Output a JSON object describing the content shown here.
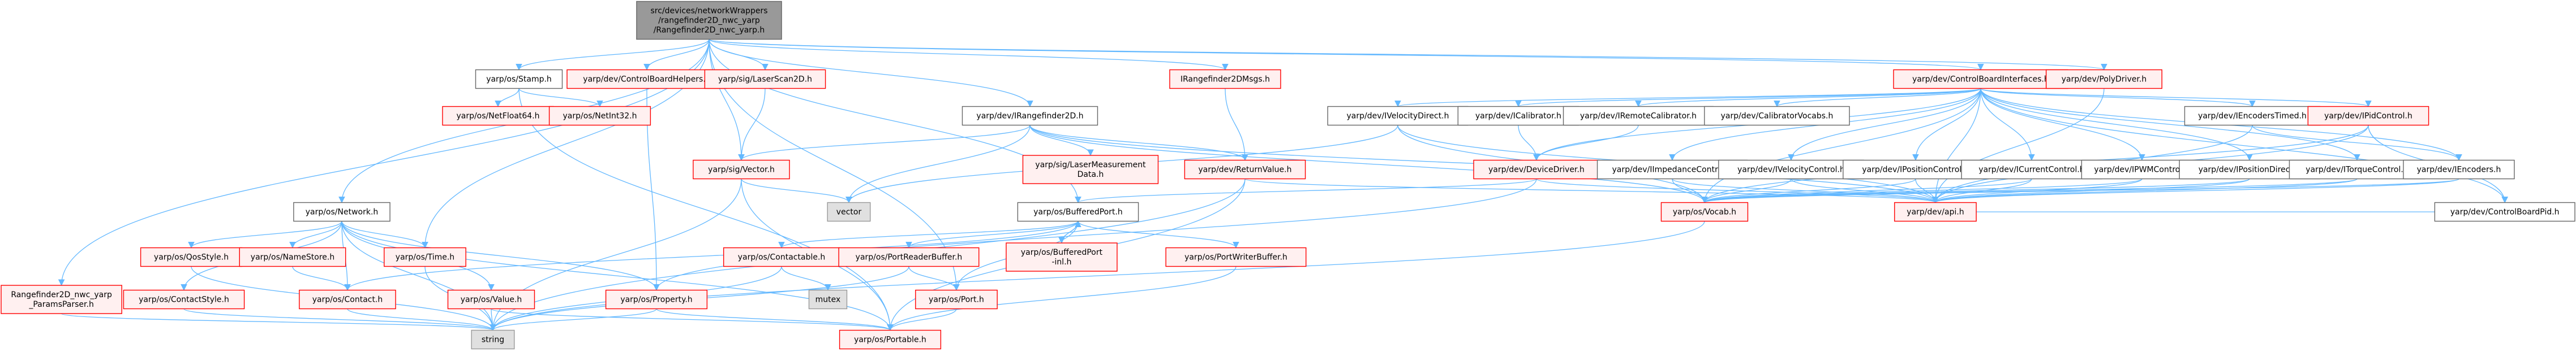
{
  "graph": {
    "title": "Include dependency graph for Rangefinder2D_nwc_yarp.h",
    "styles": {
      "root": {
        "fill": "#999999",
        "stroke": "#666666"
      },
      "normal": {
        "fill": "#ffffff",
        "stroke": "#666666"
      },
      "red": {
        "fill": "#fff0f0",
        "stroke": "#ff0000"
      },
      "external": {
        "fill": "#e0e0e0",
        "stroke": "#999999"
      },
      "edge": "#63b8ff"
    },
    "nodes": [
      {
        "id": "root",
        "lines": [
          "src/devices/networkWrappers",
          "/rangefinder2D_nwc_yarp",
          "/Rangefinder2D_nwc_yarp.h"
        ],
        "style": "root"
      },
      {
        "id": "stamp",
        "lines": [
          "yarp/os/Stamp.h"
        ],
        "style": "normal"
      },
      {
        "id": "cbhelpers",
        "lines": [
          "yarp/dev/ControlBoardHelpers.h"
        ],
        "style": "red"
      },
      {
        "id": "laserscan",
        "lines": [
          "yarp/sig/LaserScan2D.h"
        ],
        "style": "red"
      },
      {
        "id": "irfmsgs",
        "lines": [
          "IRangefinder2DMsgs.h"
        ],
        "style": "red"
      },
      {
        "id": "cbinterfaces",
        "lines": [
          "yarp/dev/ControlBoardInterfaces.h"
        ],
        "style": "red"
      },
      {
        "id": "polydriver",
        "lines": [
          "yarp/dev/PolyDriver.h"
        ],
        "style": "red"
      },
      {
        "id": "netfloat64",
        "lines": [
          "yarp/os/NetFloat64.h"
        ],
        "style": "red"
      },
      {
        "id": "netint32",
        "lines": [
          "yarp/os/NetInt32.h"
        ],
        "style": "red"
      },
      {
        "id": "irf2d",
        "lines": [
          "yarp/dev/IRangefinder2D.h"
        ],
        "style": "normal"
      },
      {
        "id": "ivelocitydirect",
        "lines": [
          "yarp/dev/IVelocityDirect.h"
        ],
        "style": "normal"
      },
      {
        "id": "icalibrator",
        "lines": [
          "yarp/dev/ICalibrator.h"
        ],
        "style": "normal"
      },
      {
        "id": "iremotecal",
        "lines": [
          "yarp/dev/IRemoteCalibrator.h"
        ],
        "style": "normal"
      },
      {
        "id": "calvocabs",
        "lines": [
          "yarp/dev/CalibratorVocabs.h"
        ],
        "style": "normal"
      },
      {
        "id": "iencoderstimed",
        "lines": [
          "yarp/dev/IEncodersTimed.h"
        ],
        "style": "normal"
      },
      {
        "id": "ipidcontrol",
        "lines": [
          "yarp/dev/IPidControl.h"
        ],
        "style": "red"
      },
      {
        "id": "sigvector",
        "lines": [
          "yarp/sig/Vector.h"
        ],
        "style": "red"
      },
      {
        "id": "lasermeas",
        "lines": [
          "yarp/sig/LaserMeasurement",
          "Data.h"
        ],
        "style": "red"
      },
      {
        "id": "returnvalue",
        "lines": [
          "yarp/dev/ReturnValue.h"
        ],
        "style": "red"
      },
      {
        "id": "devicedriver",
        "lines": [
          "yarp/dev/DeviceDriver.h"
        ],
        "style": "red"
      },
      {
        "id": "iimpedance",
        "lines": [
          "yarp/dev/IImpedanceControl.h"
        ],
        "style": "normal"
      },
      {
        "id": "ivelocitycontrol",
        "lines": [
          "yarp/dev/IVelocityControl.h"
        ],
        "style": "normal"
      },
      {
        "id": "ipositioncontrol",
        "lines": [
          "yarp/dev/IPositionControl.h"
        ],
        "style": "normal"
      },
      {
        "id": "icurrentcontrol",
        "lines": [
          "yarp/dev/ICurrentControl.h"
        ],
        "style": "normal"
      },
      {
        "id": "ipwmcontrol",
        "lines": [
          "yarp/dev/IPWMControl.h"
        ],
        "style": "normal"
      },
      {
        "id": "ipositiondirect",
        "lines": [
          "yarp/dev/IPositionDirect.h"
        ],
        "style": "normal"
      },
      {
        "id": "itorquecontrol",
        "lines": [
          "yarp/dev/ITorqueControl.h"
        ],
        "style": "normal"
      },
      {
        "id": "iencoders",
        "lines": [
          "yarp/dev/IEncoders.h"
        ],
        "style": "normal"
      },
      {
        "id": "cbpid",
        "lines": [
          "yarp/dev/ControlBoardPid.h"
        ],
        "style": "normal"
      },
      {
        "id": "network",
        "lines": [
          "yarp/os/Network.h"
        ],
        "style": "normal"
      },
      {
        "id": "vector",
        "lines": [
          "vector"
        ],
        "style": "external"
      },
      {
        "id": "bufferedport",
        "lines": [
          "yarp/os/BufferedPort.h"
        ],
        "style": "normal"
      },
      {
        "id": "vocab",
        "lines": [
          "yarp/os/Vocab.h"
        ],
        "style": "red"
      },
      {
        "id": "api",
        "lines": [
          "yarp/dev/api.h"
        ],
        "style": "red"
      },
      {
        "id": "qosstyle",
        "lines": [
          "yarp/os/QosStyle.h"
        ],
        "style": "red"
      },
      {
        "id": "namestore",
        "lines": [
          "yarp/os/NameStore.h"
        ],
        "style": "red"
      },
      {
        "id": "time",
        "lines": [
          "yarp/os/Time.h"
        ],
        "style": "red"
      },
      {
        "id": "contactable",
        "lines": [
          "yarp/os/Contactable.h"
        ],
        "style": "red"
      },
      {
        "id": "portreaderbuffer",
        "lines": [
          "yarp/os/PortReaderBuffer.h"
        ],
        "style": "red"
      },
      {
        "id": "bufferedportinl",
        "lines": [
          "yarp/os/BufferedPort",
          "-inl.h"
        ],
        "style": "red"
      },
      {
        "id": "portwriterbuffer",
        "lines": [
          "yarp/os/PortWriterBuffer.h"
        ],
        "style": "red"
      },
      {
        "id": "paramsparser",
        "lines": [
          "Rangefinder2D_nwc_yarp",
          "_ParamsParser.h"
        ],
        "style": "red"
      },
      {
        "id": "contactstyle",
        "lines": [
          "yarp/os/ContactStyle.h"
        ],
        "style": "red"
      },
      {
        "id": "contact",
        "lines": [
          "yarp/os/Contact.h"
        ],
        "style": "red"
      },
      {
        "id": "value",
        "lines": [
          "yarp/os/Value.h"
        ],
        "style": "red"
      },
      {
        "id": "property",
        "lines": [
          "yarp/os/Property.h"
        ],
        "style": "red"
      },
      {
        "id": "mutex",
        "lines": [
          "mutex"
        ],
        "style": "external"
      },
      {
        "id": "port",
        "lines": [
          "yarp/os/Port.h"
        ],
        "style": "red"
      },
      {
        "id": "string",
        "lines": [
          "string"
        ],
        "style": "external"
      },
      {
        "id": "portable",
        "lines": [
          "yarp/os/Portable.h"
        ],
        "style": "red"
      }
    ],
    "edges": [
      [
        "root",
        "stamp"
      ],
      [
        "root",
        "cbhelpers"
      ],
      [
        "root",
        "laserscan"
      ],
      [
        "root",
        "irfmsgs"
      ],
      [
        "root",
        "cbinterfaces"
      ],
      [
        "root",
        "polydriver"
      ],
      [
        "root",
        "irf2d"
      ],
      [
        "root",
        "sigvector"
      ],
      [
        "root",
        "network"
      ],
      [
        "root",
        "bufferedport"
      ],
      [
        "root",
        "paramsparser"
      ],
      [
        "root",
        "time"
      ],
      [
        "root",
        "port"
      ],
      [
        "stamp",
        "netfloat64"
      ],
      [
        "stamp",
        "netint32"
      ],
      [
        "stamp",
        "portable"
      ],
      [
        "cbhelpers",
        "property"
      ],
      [
        "laserscan",
        "sigvector"
      ],
      [
        "irfmsgs",
        "returnvalue"
      ],
      [
        "cbinterfaces",
        "ivelocitydirect"
      ],
      [
        "cbinterfaces",
        "icalibrator"
      ],
      [
        "cbinterfaces",
        "iremotecal"
      ],
      [
        "cbinterfaces",
        "calvocabs"
      ],
      [
        "cbinterfaces",
        "devicedriver"
      ],
      [
        "cbinterfaces",
        "iimpedance"
      ],
      [
        "cbinterfaces",
        "ivelocitycontrol"
      ],
      [
        "cbinterfaces",
        "ipositioncontrol"
      ],
      [
        "cbinterfaces",
        "icurrentcontrol"
      ],
      [
        "cbinterfaces",
        "ipwmcontrol"
      ],
      [
        "cbinterfaces",
        "ipositiondirect"
      ],
      [
        "cbinterfaces",
        "itorquecontrol"
      ],
      [
        "cbinterfaces",
        "iencoders"
      ],
      [
        "cbinterfaces",
        "iencoderstimed"
      ],
      [
        "cbinterfaces",
        "ipidcontrol"
      ],
      [
        "cbinterfaces",
        "cbpid"
      ],
      [
        "cbinterfaces",
        "vocab"
      ],
      [
        "cbinterfaces",
        "api"
      ],
      [
        "polydriver",
        "api"
      ],
      [
        "irf2d",
        "sigvector"
      ],
      [
        "irf2d",
        "lasermeas"
      ],
      [
        "irf2d",
        "returnvalue"
      ],
      [
        "irf2d",
        "vector"
      ],
      [
        "irf2d",
        "api"
      ],
      [
        "irf2d",
        "vocab"
      ],
      [
        "ivelocitydirect",
        "vocab"
      ],
      [
        "ivelocitydirect",
        "api"
      ],
      [
        "ivelocitydirect",
        "vector"
      ],
      [
        "icalibrator",
        "devicedriver"
      ],
      [
        "iremotecal",
        "devicedriver"
      ],
      [
        "iencoderstimed",
        "iencoders"
      ],
      [
        "iencoderstimed",
        "api"
      ],
      [
        "ipidcontrol",
        "cbpid"
      ],
      [
        "ipidcontrol",
        "vocab"
      ],
      [
        "ipidcontrol",
        "api"
      ],
      [
        "sigvector",
        "vector"
      ],
      [
        "sigvector",
        "string"
      ],
      [
        "sigvector",
        "portable"
      ],
      [
        "returnvalue",
        "api"
      ],
      [
        "returnvalue",
        "string"
      ],
      [
        "returnvalue",
        "portable"
      ],
      [
        "devicedriver",
        "api"
      ],
      [
        "devicedriver",
        "bufferedport"
      ],
      [
        "devicedriver",
        "property"
      ],
      [
        "iimpedance",
        "vocab"
      ],
      [
        "iimpedance",
        "api"
      ],
      [
        "ivelocitycontrol",
        "vocab"
      ],
      [
        "ivelocitycontrol",
        "api"
      ],
      [
        "ipositioncontrol",
        "vocab"
      ],
      [
        "ipositioncontrol",
        "api"
      ],
      [
        "icurrentcontrol",
        "vocab"
      ],
      [
        "icurrentcontrol",
        "api"
      ],
      [
        "ipwmcontrol",
        "vocab"
      ],
      [
        "ipwmcontrol",
        "api"
      ],
      [
        "ipositiondirect",
        "vocab"
      ],
      [
        "ipositiondirect",
        "api"
      ],
      [
        "itorquecontrol",
        "vocab"
      ],
      [
        "itorquecontrol",
        "api"
      ],
      [
        "iencoders",
        "vocab"
      ],
      [
        "iencoders",
        "api"
      ],
      [
        "cbpid",
        "api"
      ],
      [
        "network",
        "qosstyle"
      ],
      [
        "network",
        "namestore"
      ],
      [
        "network",
        "time"
      ],
      [
        "network",
        "contact"
      ],
      [
        "network",
        "contactstyle"
      ],
      [
        "network",
        "value"
      ],
      [
        "network",
        "property"
      ],
      [
        "network",
        "portable"
      ],
      [
        "network",
        "string"
      ],
      [
        "bufferedport",
        "contactable"
      ],
      [
        "bufferedport",
        "portreaderbuffer"
      ],
      [
        "bufferedport",
        "bufferedportinl"
      ],
      [
        "bufferedport",
        "portwriterbuffer"
      ],
      [
        "bufferedport",
        "port"
      ],
      [
        "bufferedport",
        "contact"
      ],
      [
        "bufferedportinl",
        "bufferedport"
      ],
      [
        "qosstyle",
        "string"
      ],
      [
        "namestore",
        "contact"
      ],
      [
        "time",
        "string"
      ],
      [
        "contactable",
        "mutex"
      ],
      [
        "contactable",
        "string"
      ],
      [
        "portreaderbuffer",
        "port"
      ],
      [
        "portreaderbuffer",
        "string"
      ],
      [
        "portwriterbuffer",
        "portable"
      ],
      [
        "paramsparser",
        "string"
      ],
      [
        "contactstyle",
        "string"
      ],
      [
        "contact",
        "string"
      ],
      [
        "value",
        "string"
      ],
      [
        "value",
        "portable"
      ],
      [
        "property",
        "string"
      ],
      [
        "property",
        "portable"
      ],
      [
        "port",
        "portable"
      ],
      [
        "vocab",
        "string"
      ]
    ]
  }
}
